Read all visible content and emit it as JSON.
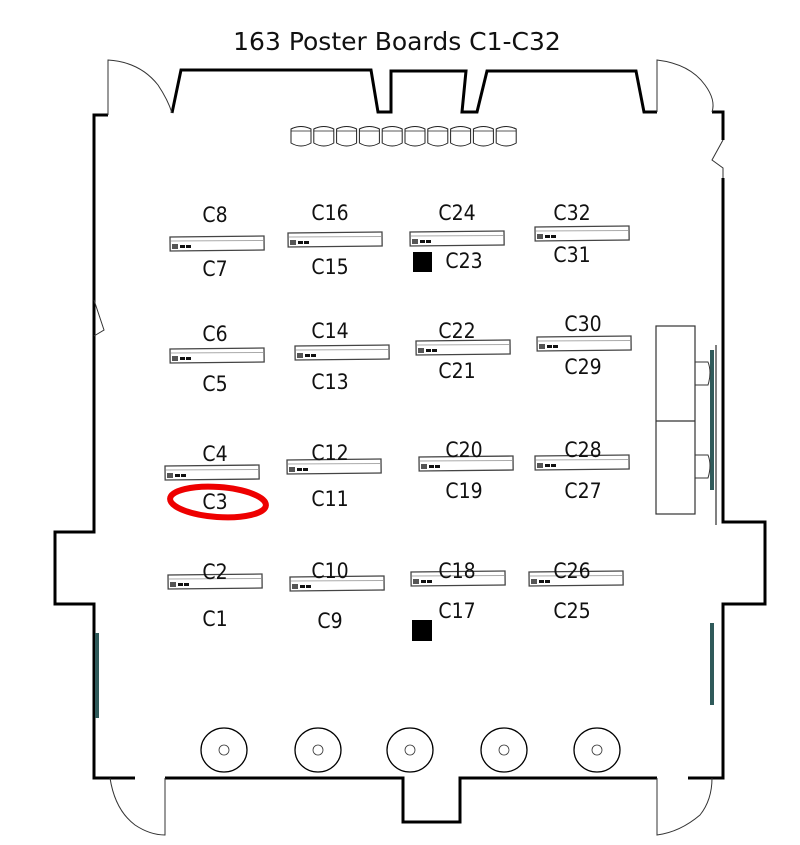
{
  "title": "163 Poster Boards C1-C32",
  "boards": [
    {
      "top": "C8",
      "bottom": "C7"
    },
    {
      "top": "C16",
      "bottom": "C15"
    },
    {
      "top": "C24",
      "bottom": "C23"
    },
    {
      "top": "C32",
      "bottom": "C31"
    },
    {
      "top": "C6",
      "bottom": "C5"
    },
    {
      "top": "C14",
      "bottom": "C13"
    },
    {
      "top": "C22",
      "bottom": "C21"
    },
    {
      "top": "C30",
      "bottom": "C29"
    },
    {
      "top": "C4",
      "bottom": "C3"
    },
    {
      "top": "C12",
      "bottom": "C11"
    },
    {
      "top": "C20",
      "bottom": "C19"
    },
    {
      "top": "C28",
      "bottom": "C27"
    },
    {
      "top": "C2",
      "bottom": "C1"
    },
    {
      "top": "C10",
      "bottom": "C9"
    },
    {
      "top": "C18",
      "bottom": "C17"
    },
    {
      "top": "C26",
      "bottom": "C25"
    }
  ],
  "highlighted": "C3",
  "colors": {
    "highlight": "#ee0000",
    "window": "#2f5a5a",
    "wall": "#000000"
  }
}
